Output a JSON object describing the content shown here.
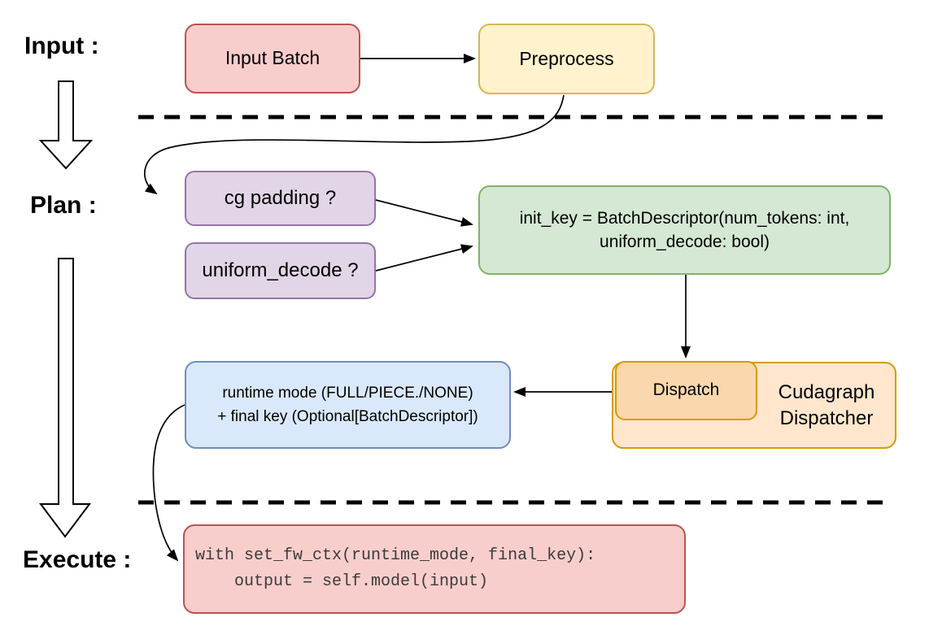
{
  "stages": {
    "input": "Input :",
    "plan": "Plan :",
    "execute": "Execute :"
  },
  "nodes": {
    "input_batch": {
      "label": "Input Batch",
      "fill": "#f8cecc",
      "stroke": "#b85450"
    },
    "preprocess": {
      "label": "Preprocess",
      "fill": "#fff2cc",
      "stroke": "#d6b656"
    },
    "cg_padding": {
      "label": "cg padding ?",
      "fill": "#e1d5e7",
      "stroke": "#9673a6"
    },
    "uniform_decode": {
      "label": "uniform_decode ?",
      "fill": "#e1d5e7",
      "stroke": "#9673a6"
    },
    "init_key": {
      "line1": "init_key = BatchDescriptor(num_tokens: int,",
      "line2": "uniform_decode: bool)",
      "fill": "#d5e8d4",
      "stroke": "#82b366"
    },
    "runtime_mode": {
      "line1": "runtime mode (FULL/PIECE./NONE)",
      "line2": "+ final key (Optional[BatchDescriptor])",
      "fill": "#dae8fc",
      "stroke": "#6c8ebf"
    },
    "dispatch": {
      "label": "Dispatch",
      "fill": "#fad7ac",
      "stroke": "#d79b00"
    },
    "cudagraph_dispatcher": {
      "line1": "Cudagraph",
      "line2": "Dispatcher",
      "fill": "#ffe6cc",
      "stroke": "#d79b00"
    },
    "execute_code": {
      "line1": "with set_fw_ctx(runtime_mode, final_key):",
      "line2": "    output = self.model(input)",
      "fill": "#f8cecc",
      "stroke": "#b85450"
    }
  },
  "connector_color": "#000000",
  "background_color": "#ffffff"
}
